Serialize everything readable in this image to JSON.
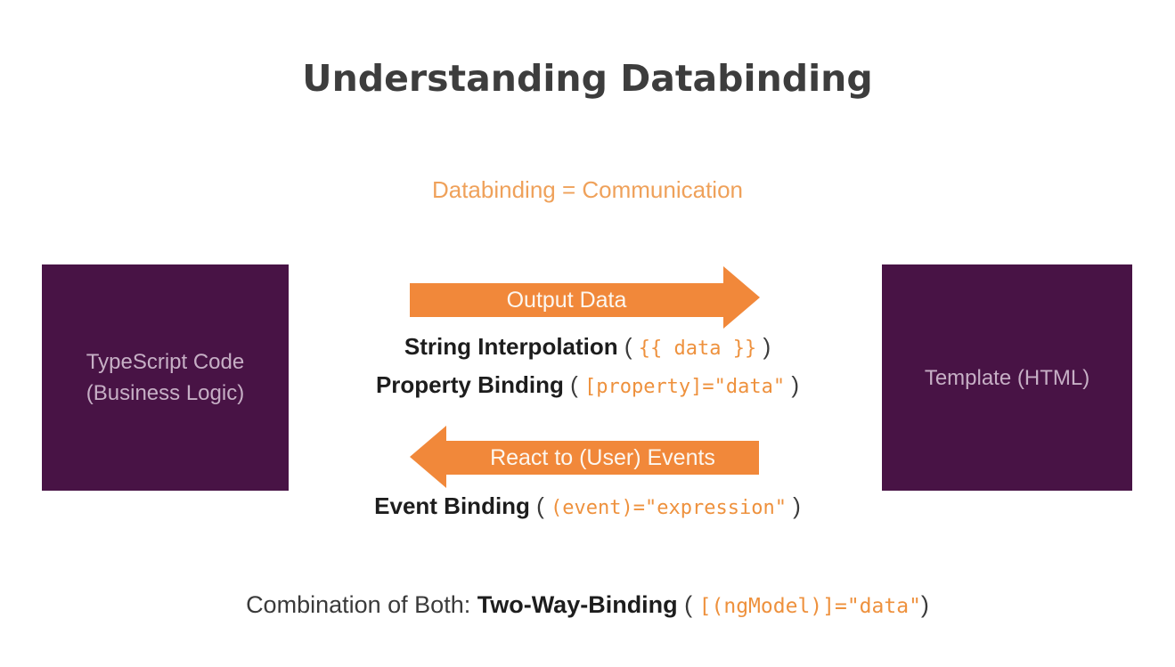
{
  "title": "Understanding Databinding",
  "subtitle": "Databinding = Communication",
  "left_box": {
    "line1": "TypeScript Code",
    "line2": "(Business Logic)"
  },
  "right_box": {
    "label": "Template (HTML)"
  },
  "output_flow": {
    "arrow_label": "Output Data",
    "direction": "right",
    "bindings": [
      {
        "name": "String Interpolation",
        "open": " ( ",
        "code": "{{ data }}",
        "close": " )"
      },
      {
        "name": "Property Binding",
        "open": " ( ",
        "code": "[property]=\"data\"",
        "close": " )"
      }
    ]
  },
  "input_flow": {
    "arrow_label": "React to (User) Events",
    "direction": "left",
    "bindings": [
      {
        "name": "Event Binding",
        "open": " ( ",
        "code": "(event)=\"expression\"",
        "close": " )"
      }
    ]
  },
  "footer": {
    "prefix": "Combination of Both: ",
    "name": "Two-Way-Binding",
    "open": " ( ",
    "code": "[(ngModel)]=\"data\"",
    "close": ")"
  },
  "colors": {
    "arrow_orange": "#f1883a",
    "code_orange": "#ee913d",
    "subtitle_orange": "#efa15a",
    "box_purple": "#481345",
    "box_text": "#c6afc5",
    "title_gray": "#3d3d3d",
    "text_dark": "#1d1d1d",
    "background": "#ffffff"
  }
}
